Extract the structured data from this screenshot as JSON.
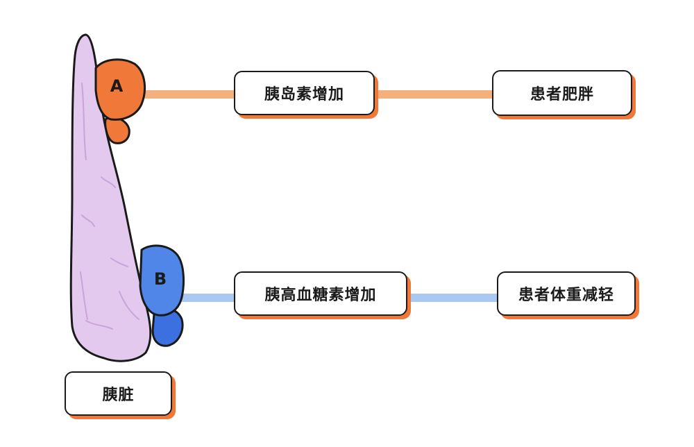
{
  "gland_a": {
    "label": "A",
    "color": "#f07838"
  },
  "gland_b": {
    "label": "B",
    "color": "#4f86e8"
  },
  "organ": {
    "label": "胰脏",
    "color": "#e3c9ee"
  },
  "path_a": {
    "color": "#f5b07e",
    "step1": "胰岛素增加",
    "step2": "患者肥胖"
  },
  "path_b": {
    "color": "#a9c8f2",
    "step1": "胰高血糖素增加",
    "step2": "患者体重减轻"
  }
}
